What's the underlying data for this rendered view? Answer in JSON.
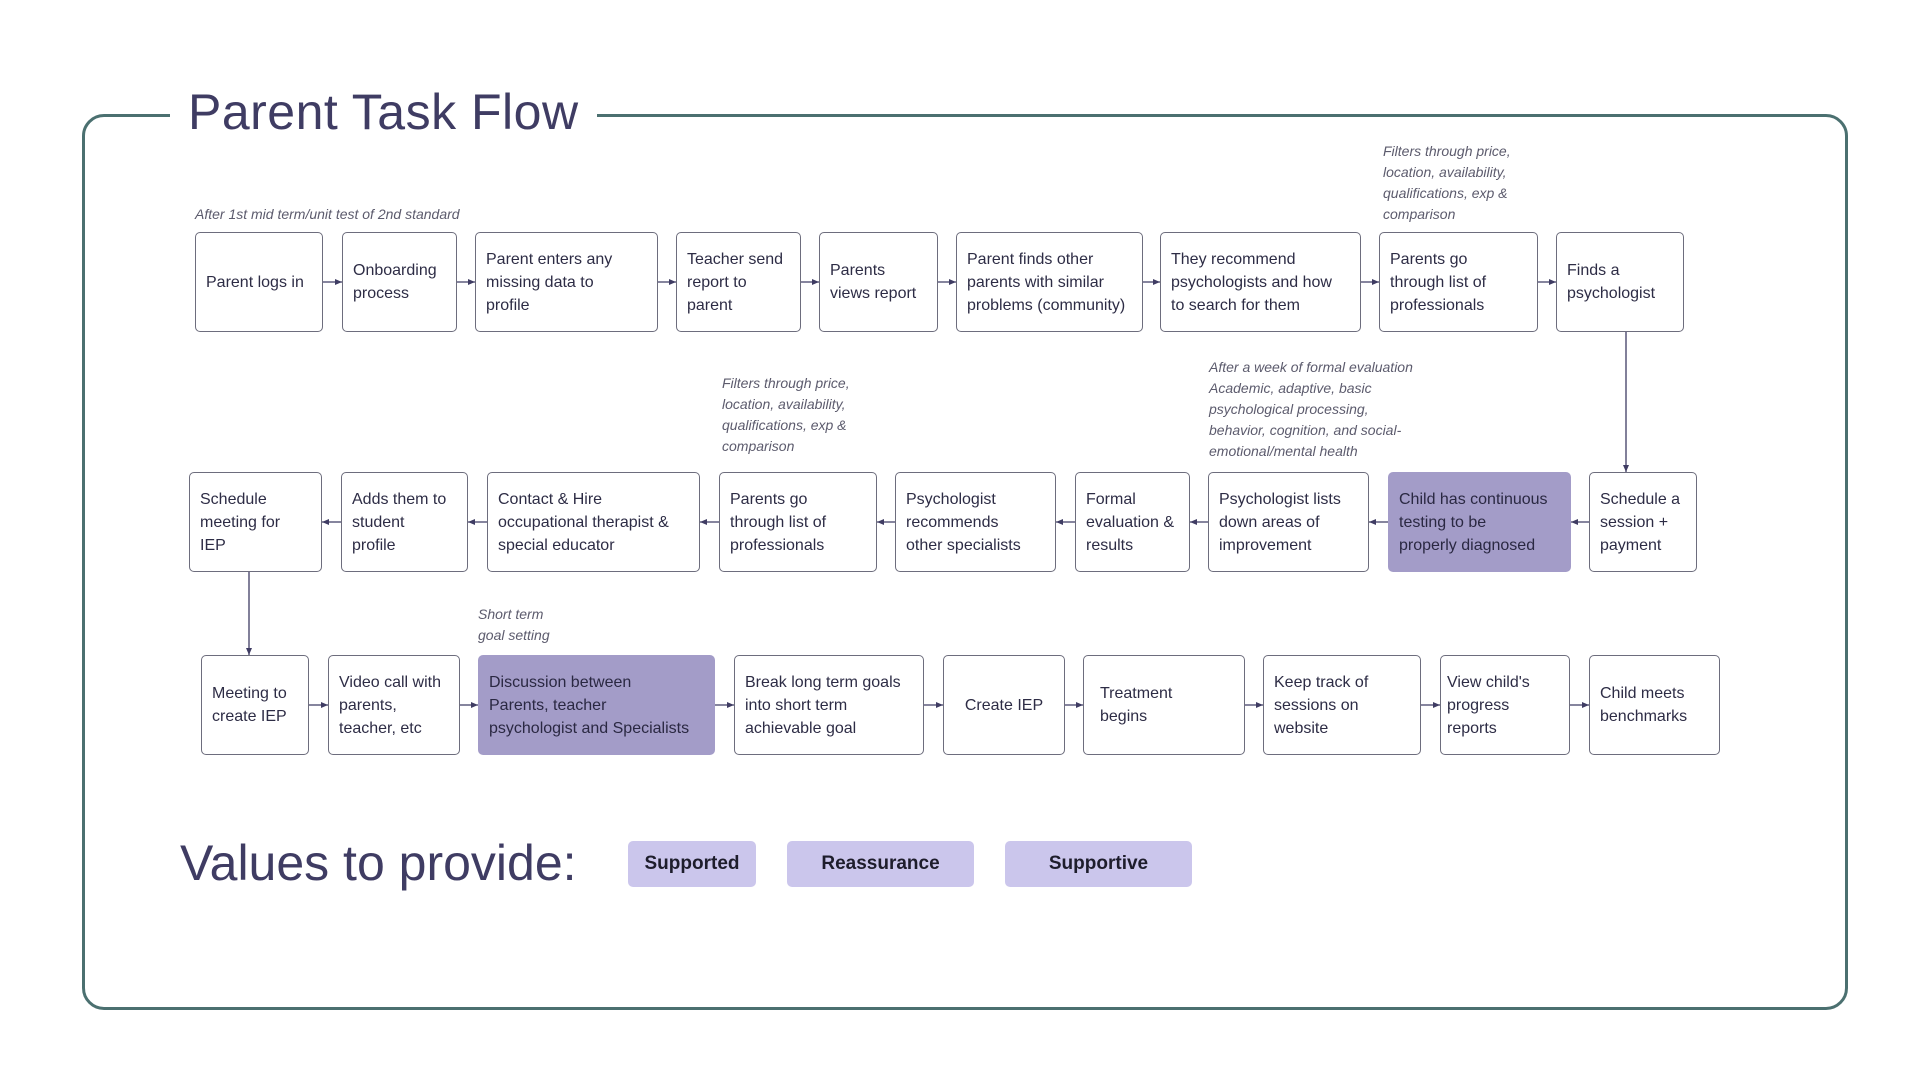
{
  "title": "Parent Task Flow",
  "colors": {
    "frame": "#4b7070",
    "highlight": "#a39cc8",
    "value_chip": "#cbc6ec",
    "title": "#3f3c63"
  },
  "notes": {
    "after_mid_term": "After 1st mid term/unit test of 2nd standard",
    "filters_row1": "Filters through price,\nlocation, availability,\nqualifications, exp &\ncomparison",
    "filters_row2": "Filters through price,\nlocation, availability,\nqualifications, exp &\ncomparison",
    "formal_eval": "After a week of formal evaluation\nAcademic, adaptive, basic\npsychological processing,\nbehavior, cognition, and social-\nemotional/mental health",
    "short_term": "Short term\ngoal setting"
  },
  "row1": [
    "Parent logs in",
    "Onboarding\nprocess",
    "Parent enters any\nmissing data to\nprofile",
    "Teacher send\nreport to\nparent",
    "Parents\nviews report",
    "Parent finds other\nparents with similar\nproblems (community)",
    "They recommend\npsychologists and how\nto search for them",
    "Parents go\nthrough list of\nprofessionals",
    "Finds a\npsychologist"
  ],
  "row2": [
    "Schedule\nmeeting for\nIEP",
    "Adds them to\nstudent\nprofile",
    "Contact & Hire\noccupational therapist &\nspecial educator",
    "Parents go\nthrough list of\nprofessionals",
    "Psychologist\nrecommends\nother specialists",
    "Formal\nevaluation &\nresults",
    "Psychologist lists\ndown areas of\nimprovement",
    "Child has continuous\ntesting to be\nproperly diagnosed",
    "Schedule a\nsession +\npayment"
  ],
  "row3": [
    "Meeting to\ncreate IEP",
    "Video call with\nparents,\nteacher, etc",
    "Discussion between\nParents, teacher\npsychologist and Specialists",
    "Break long term goals\ninto short term\nachievable goal",
    "Create IEP",
    "Treatment\nbegins",
    "Keep track of\nsessions on\nwebsite",
    "View child's\nprogress\nreports",
    "Child meets\nbenchmarks"
  ],
  "values": {
    "label": "Values to provide:",
    "items": [
      "Supported",
      "Reassurance",
      "Supportive"
    ]
  }
}
